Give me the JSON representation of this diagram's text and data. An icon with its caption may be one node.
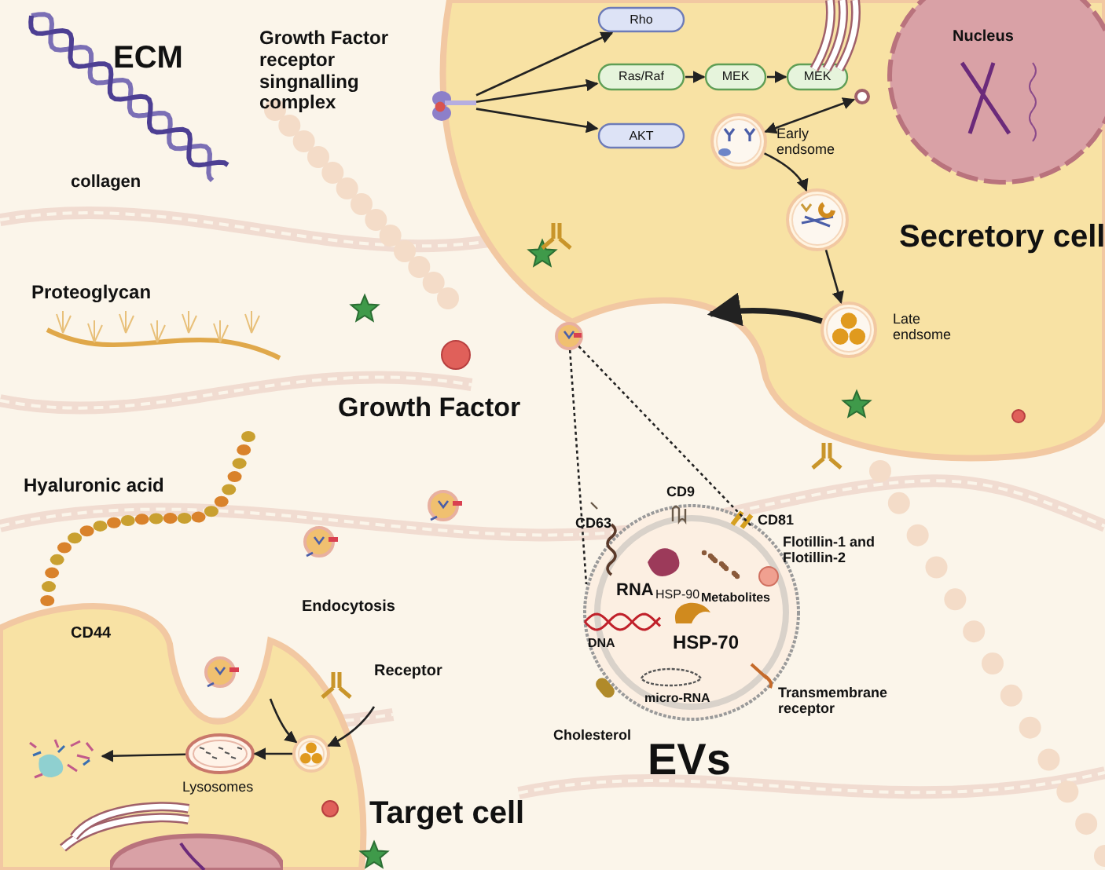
{
  "diagram": {
    "nodes": [
      {
        "text": [
          "Secretory cell"
        ]
      },
      {
        "text": [
          "Nucleus"
        ],
        "in": 0
      },
      {
        "text": [],
        "shape": "picture",
        "beside": [
          "Growth Factor receptor singnalling complex"
        ]
      },
      {
        "text": [
          "Rho"
        ],
        "in": 0
      },
      {
        "text": [
          "Ras/Raf"
        ],
        "in": 0
      },
      {
        "text": [
          "MEK"
        ],
        "in": 0
      },
      {
        "text": [
          "MEK"
        ],
        "in": 0
      },
      {
        "text": [
          "AKT"
        ],
        "in": 0
      },
      {
        "text": [],
        "shape": "circle",
        "in": 0
      },
      {
        "text": [],
        "shape": "circle",
        "beside": [
          "Early endsome"
        ],
        "in": 0
      },
      {
        "text": [],
        "shape": "circle",
        "in": 0
      },
      {
        "text": [],
        "shape": "circle",
        "beside": [
          "Late endsome"
        ],
        "in": 0
      },
      {
        "text": [
          "EVs"
        ]
      },
      {
        "text": [
          "Target cell"
        ]
      },
      {
        "text": [],
        "shape": "circle",
        "in": 13
      },
      {
        "text": [],
        "shape": "circle",
        "beside": [
          "Lysosomes"
        ],
        "in": 13
      },
      {
        "text": [],
        "shape": "picture",
        "in": 13
      },
      {
        "text": [],
        "shape": "circle",
        "in": 13
      },
      {
        "text": [],
        "shape": "picture"
      }
    ],
    "edges": [
      {
        "from": 2,
        "to": 3,
        "arrow": "to"
      },
      {
        "from": 2,
        "to": 4,
        "arrow": "to"
      },
      {
        "from": 2,
        "to": 7,
        "arrow": "to"
      },
      {
        "from": 4,
        "to": 5,
        "arrow": "to"
      },
      {
        "from": 5,
        "to": 6,
        "arrow": "to"
      },
      {
        "from": 9,
        "to": 8,
        "arrow": "both"
      },
      {
        "from": 9,
        "to": 10,
        "arrow": "to"
      },
      {
        "from": 10,
        "to": 11,
        "arrow": "to"
      },
      {
        "from": 11,
        "to": null,
        "arrow": "to",
        "style": "thick"
      },
      {
        "from": null,
        "to": 14,
        "arrow": "to"
      },
      {
        "from": null,
        "to": 14,
        "arrow": "to"
      },
      {
        "from": 14,
        "to": 15,
        "arrow": "to"
      },
      {
        "from": 15,
        "to": 16,
        "arrow": "to"
      },
      {
        "from": 18,
        "to": 12,
        "arrow": "none",
        "style": "dashed"
      },
      {
        "from": 18,
        "to": 12,
        "arrow": "none",
        "style": "dashed"
      }
    ],
    "labels": [
      "ECM",
      "collagen",
      "Proteoglycan",
      "Growth Factor",
      "Hyaluronic acid",
      "CD63",
      "CD9",
      "CD81",
      "Flotillin-1 and Flotillin-2",
      "RNA",
      "HSP-90",
      "Metabolites",
      "DNA",
      "HSP-70",
      "Cholesterol",
      "micro-RNA",
      "Transmembrane receptor",
      "CD44",
      "Endocytosis",
      "Receptor"
    ]
  }
}
